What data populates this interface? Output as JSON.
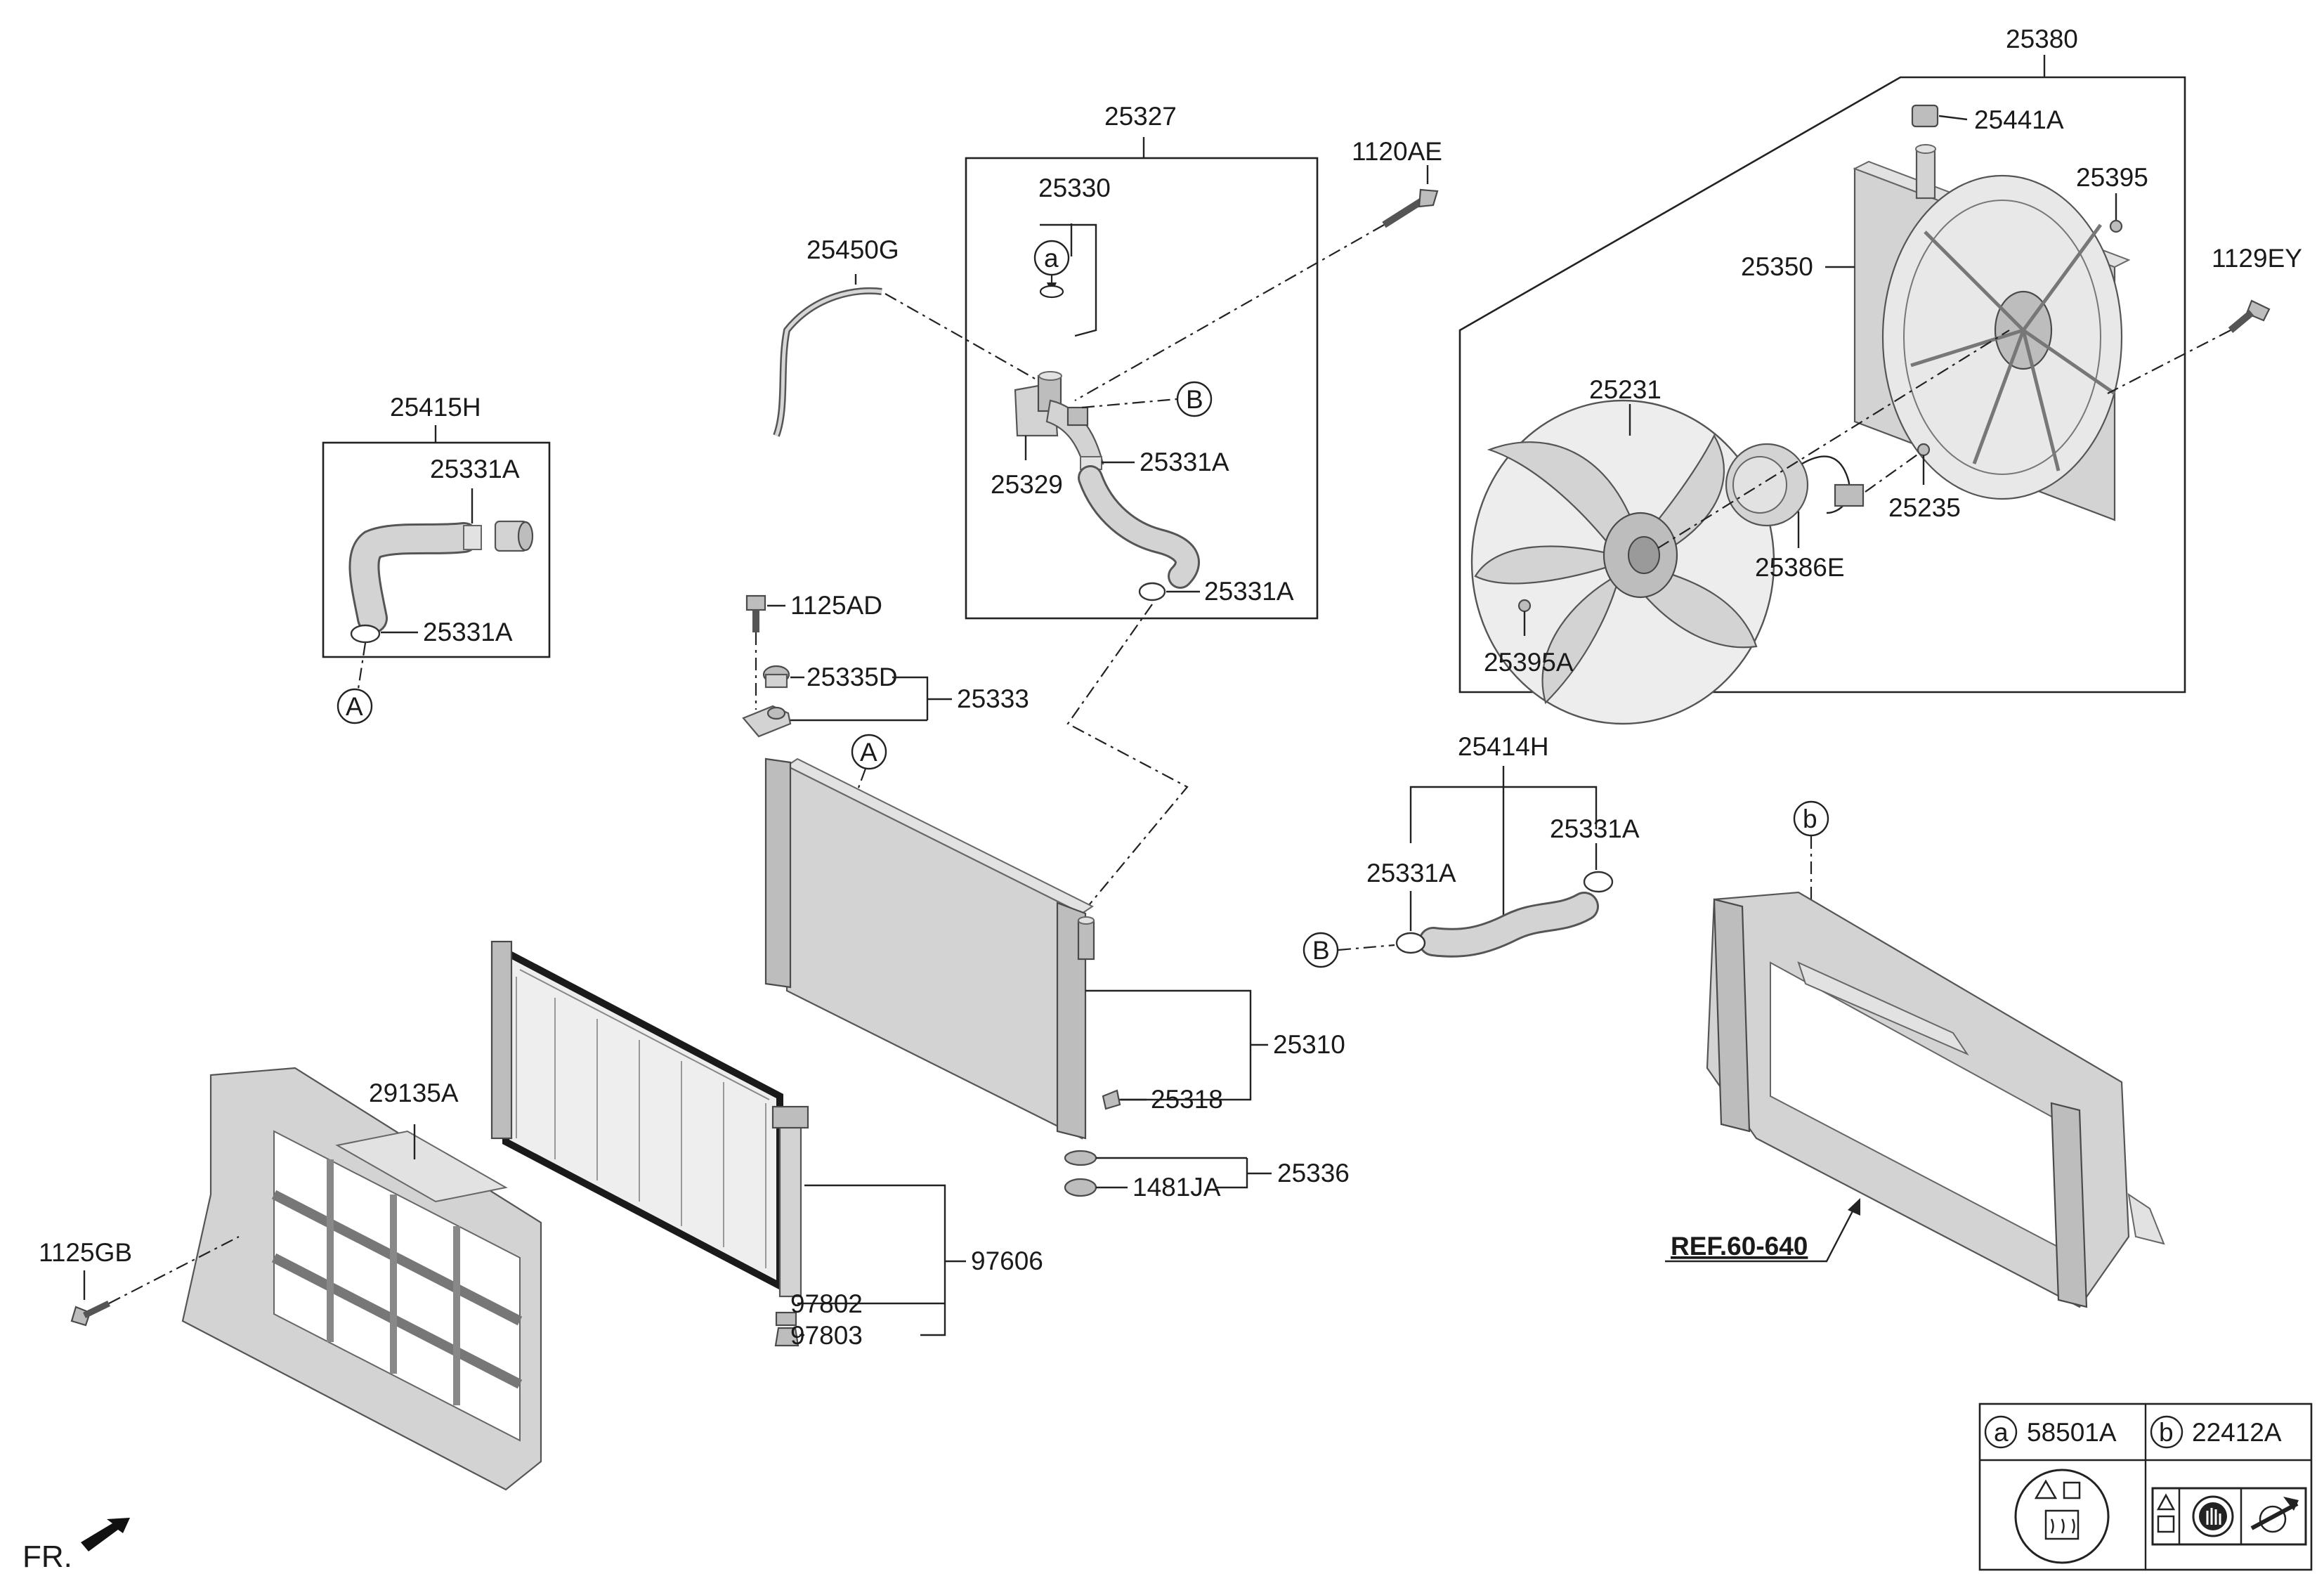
{
  "labels": {
    "p25380": "25380",
    "p25441A": "25441A",
    "p25395": "25395",
    "p1129EY": "1129EY",
    "p25350": "25350",
    "p25231": "25231",
    "p25235": "25235",
    "p25386E": "25386E",
    "p25395A": "25395A",
    "p25327": "25327",
    "p1120AE": "1120AE",
    "p25330": "25330",
    "p25450G": "25450G",
    "p25329": "25329",
    "p25331A_top": "25331A",
    "p25331A_hose": "25331A",
    "p25415H": "25415H",
    "p25331A_l1": "25331A",
    "p25331A_l2": "25331A",
    "p1125AD": "1125AD",
    "p25335D": "25335D",
    "p25333": "25333",
    "p25414H": "25414H",
    "p25331A_r1": "25331A",
    "p25331A_r2": "25331A",
    "p25310": "25310",
    "p25318": "25318",
    "p25336": "25336",
    "p1481JA": "1481JA",
    "p29135A": "29135A",
    "p1125GB": "1125GB",
    "p97606": "97606",
    "p97802": "97802",
    "p97803": "97803",
    "ref": "REF.60-640",
    "fr": "FR."
  },
  "callouts": {
    "a": "a",
    "b": "b",
    "A": "A",
    "B": "B"
  },
  "legend": {
    "a_key": "a",
    "a_part": "58501A",
    "b_key": "b",
    "b_part": "22412A"
  }
}
